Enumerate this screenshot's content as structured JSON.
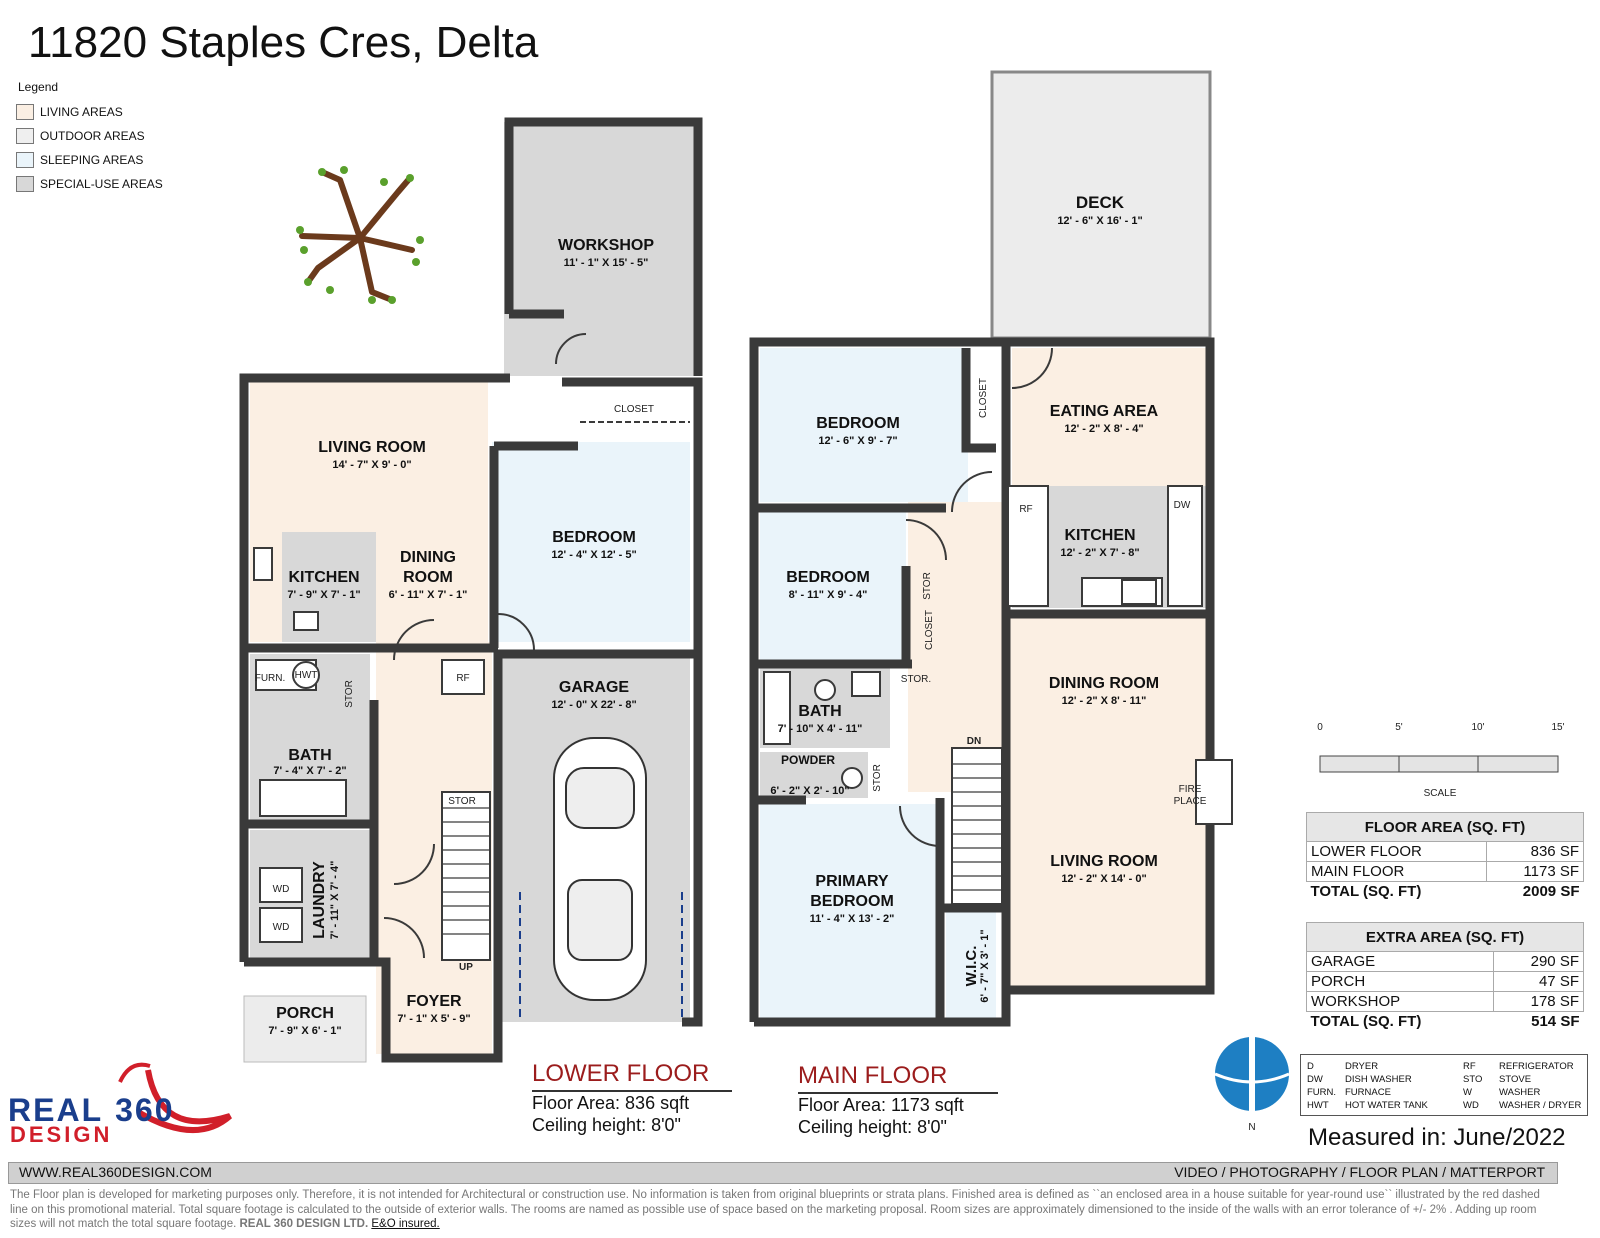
{
  "header": {
    "title": "11820 Staples Cres, Delta"
  },
  "legend": {
    "heading": "Legend",
    "items": [
      {
        "label": "LIVING AREAS",
        "color": "#fbefe3"
      },
      {
        "label": "OUTDOOR AREAS",
        "color": "#efefef"
      },
      {
        "label": "SLEEPING AREAS",
        "color": "#eaf4fa"
      },
      {
        "label": "SPECIAL-USE AREAS",
        "color": "#d8d8d8"
      }
    ]
  },
  "colors": {
    "living": "#fbefe3",
    "outdoor": "#efefef",
    "sleeping": "#eaf4fa",
    "special": "#d8d8d8",
    "wall": "#3a3a3a",
    "accent_red": "#9b1c1c",
    "logo_blue": "#1a3e8c",
    "compass_blue": "#1e7fc3"
  },
  "lower": {
    "rooms": {
      "workshop": {
        "name": "WORKSHOP",
        "dim": "11' - 1\" X 15' - 5\""
      },
      "living": {
        "name": "LIVING ROOM",
        "dim": "14' - 7\" X 9' - 0\""
      },
      "closet": "CLOSET",
      "bedroom": {
        "name": "BEDROOM",
        "dim": "12' - 4\" X 12' - 5\""
      },
      "kitchen": {
        "name": "KITCHEN",
        "dim": "7' - 9\" X 7' - 1\""
      },
      "dining": {
        "name1": "DINING",
        "name2": "ROOM",
        "dim": "6' - 11\" X 7' - 1\""
      },
      "garage": {
        "name": "GARAGE",
        "dim": "12' - 0\" X 22' - 8\""
      },
      "bath": {
        "name": "BATH",
        "dim": "7' - 4\" X 7' - 2\""
      },
      "laundry": {
        "name": "LAUNDRY",
        "dim": "7' - 11\" X 7' - 4\""
      },
      "porch": {
        "name": "PORCH",
        "dim": "7' - 9\" X 6' - 1\""
      },
      "foyer": {
        "name": "FOYER",
        "dim": "7' - 1\" X 5' - 9\""
      }
    },
    "tags": {
      "furn": "FURN.",
      "hwt": "HWT",
      "stor": "STOR",
      "rf": "RF",
      "wd": "WD",
      "up": "UP"
    },
    "label": "LOWER FLOOR",
    "area": "Floor Area: 836 sqft",
    "ceiling": "Ceiling height: 8'0\""
  },
  "main": {
    "rooms": {
      "deck": {
        "name": "DECK",
        "dim": "12' - 6\" X 16' - 1\""
      },
      "bedroom1": {
        "name": "BEDROOM",
        "dim": "12' - 6\" X 9' - 7\""
      },
      "eating": {
        "name": "EATING AREA",
        "dim": "12' - 2\" X 8' - 4\""
      },
      "bedroom2": {
        "name": "BEDROOM",
        "dim": "8' - 11\" X 9' - 4\""
      },
      "kitchen": {
        "name": "KITCHEN",
        "dim": "12' - 2\" X 7' - 8\""
      },
      "bath": {
        "name": "BATH",
        "dim": "7' - 10\" X 4' - 11\""
      },
      "dining": {
        "name": "DINING ROOM",
        "dim": "12' - 2\" X 8' - 11\""
      },
      "powder": {
        "name": "POWDER",
        "dim": "6' - 2\" X 2' - 10\""
      },
      "primary": {
        "name1": "PRIMARY",
        "name2": "BEDROOM",
        "dim": "11' - 4\" X 13' - 2\""
      },
      "living": {
        "name": "LIVING ROOM",
        "dim": "12' - 2\" X 14' - 0\""
      },
      "wic": {
        "name": "W.I.C.",
        "dim": "6' - 7\" X 3' - 1\""
      }
    },
    "tags": {
      "closet": "CLOSET",
      "stor": "STOR",
      "stor2": "STOR.",
      "rf": "RF",
      "dw": "DW",
      "dn": "DN",
      "fire1": "FIRE",
      "fire2": "PLACE"
    },
    "label": "MAIN FLOOR",
    "area": "Floor Area: 1173 sqft",
    "ceiling": "Ceiling height: 8'0\""
  },
  "scale": {
    "ticks": [
      "0",
      "5'",
      "10'",
      "15'"
    ],
    "label": "SCALE"
  },
  "floor_area": {
    "title": "FLOOR AREA (SQ. FT)",
    "rows": [
      {
        "k": "LOWER FLOOR",
        "v": "836 SF"
      },
      {
        "k": "MAIN FLOOR",
        "v": "1173 SF"
      }
    ],
    "total": {
      "k": "TOTAL (SQ. FT)",
      "v": "2009 SF"
    }
  },
  "extra_area": {
    "title": "EXTRA AREA (SQ. FT)",
    "rows": [
      {
        "k": "GARAGE",
        "v": "290 SF"
      },
      {
        "k": "PORCH",
        "v": "47 SF"
      },
      {
        "k": "WORKSHOP",
        "v": "178 SF"
      }
    ],
    "total": {
      "k": "TOTAL (SQ. FT)",
      "v": "514 SF"
    }
  },
  "abbr": [
    {
      "a": "D",
      "d": "DRYER",
      "a2": "RF",
      "d2": "REFRIGERATOR"
    },
    {
      "a": "DW",
      "d": "DISH WASHER",
      "a2": "STO",
      "d2": "STOVE"
    },
    {
      "a": "FURN.",
      "d": "FURNACE",
      "a2": "W",
      "d2": "WASHER"
    },
    {
      "a": "HWT",
      "d": "HOT WATER TANK",
      "a2": "WD",
      "d2": "WASHER / DRYER"
    }
  ],
  "compass": {
    "label": "N"
  },
  "measured": {
    "label": "Measured in:",
    "date": "June/2022"
  },
  "logo": {
    "line1": "REAL",
    "num": "360",
    "line2": "DESIGN"
  },
  "footer": {
    "website": "WWW.REAL360DESIGN.COM",
    "services": "VIDEO / PHOTOGRAPHY / FLOOR PLAN / MATTERPORT",
    "disclaimer": "The Floor plan is developed for marketing purposes only. Therefore, it is not intended for Architectural or construction use. No information is taken from original blueprints or strata plans. Finished area is defined as ``an enclosed area in a house suitable for year-round use`` illustrated by the red dashed line on this promotional material. Total square footage is calculated to the outside of exterior walls. The rooms are named as possible use of space based on the marketing proposal. Room sizes are approximately dimensioned to the inside of the walls with an error tolerance of +/- 2% . Adding up room sizes will not match the total square footage.",
    "company": "REAL 360 DESIGN LTD.",
    "insured": "E&O insured."
  }
}
